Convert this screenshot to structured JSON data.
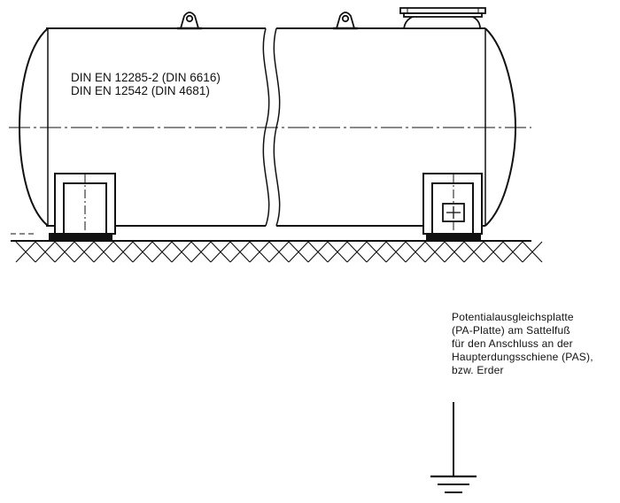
{
  "standards": {
    "line1": "DIN EN 12285-2 (DIN 6616)",
    "line2": "DIN EN 12542 (DIN 4681)"
  },
  "note": {
    "line1": "Potentialausgleichsplatte",
    "line2": "(PA-Platte) am Sattelfuß",
    "line3": "für den Anschluss an der",
    "line4": "Haupterdungsschiene (PAS),",
    "line5": "bzw. Erder"
  },
  "colors": {
    "ink": "#111111",
    "paper": "#ffffff"
  },
  "symbols": {
    "ground": "ground-symbol-icon",
    "pa_plate": "pa-plate-icon"
  }
}
